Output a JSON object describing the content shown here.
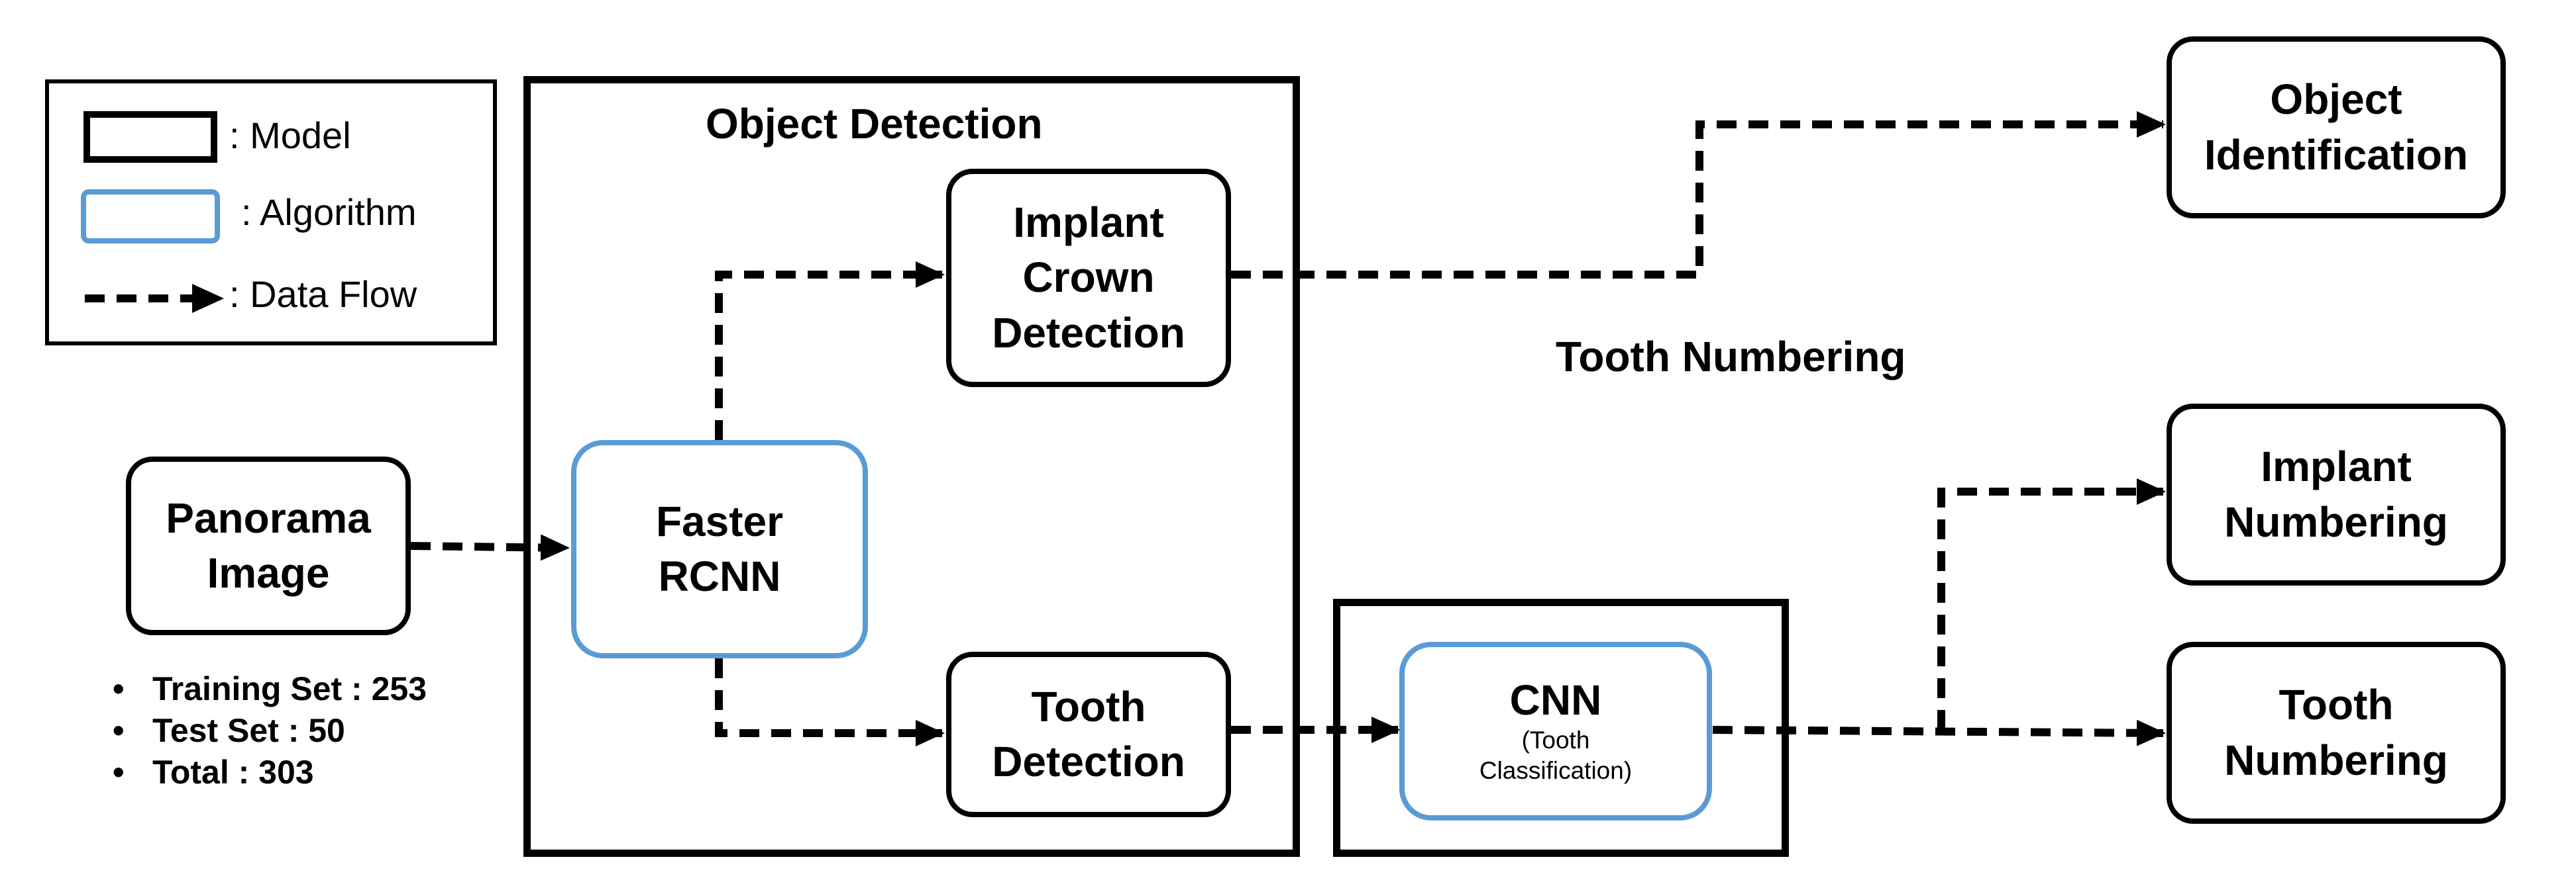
{
  "legend": {
    "model": ": Model",
    "algorithm": ": Algorithm",
    "data_flow": ": Data Flow"
  },
  "groups": {
    "object_detection": "Object Detection",
    "tooth_numbering": "Tooth Numbering"
  },
  "nodes": {
    "panorama": [
      "Panorama",
      "Image"
    ],
    "faster_rcnn": [
      "Faster",
      "RCNN"
    ],
    "implant_crown": [
      "Implant",
      "Crown",
      "Detection"
    ],
    "tooth_detection": [
      "Tooth",
      "Detection"
    ],
    "cnn": {
      "title": "CNN",
      "subtitle": [
        "(Tooth",
        "Classification)"
      ]
    },
    "object_identification": [
      "Object",
      "Identification"
    ],
    "implant_numbering": [
      "Implant",
      "Numbering"
    ],
    "tooth_numbering": [
      "Tooth",
      "Numbering"
    ]
  },
  "dataset": [
    "Training Set : 253",
    "Test Set : 50",
    "Total : 303"
  ],
  "colors": {
    "model_border": "#000000",
    "algorithm_border": "#5b9bd5",
    "arrow": "#000000"
  }
}
